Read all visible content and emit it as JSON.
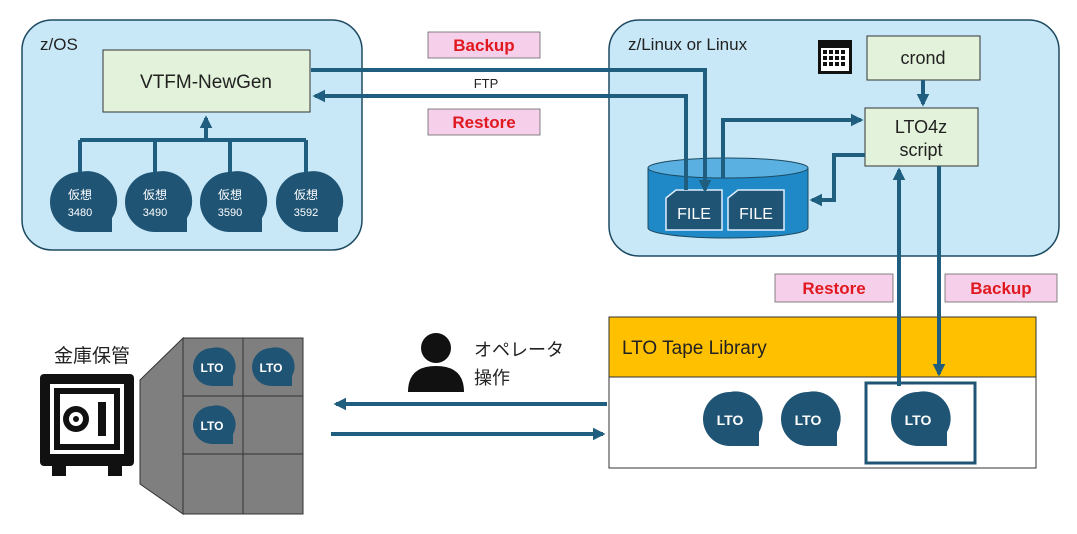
{
  "colors": {
    "panel_fill": "#c9e8f7",
    "panel_stroke": "#1d4a62",
    "box_fill": "#e3f2da",
    "arrow": "#1f5e7e",
    "tag_fill": "#f6d0ea",
    "tag_text": "#e0181f",
    "tape_fill": "#1f5475",
    "library_header": "#ffc000",
    "safe_gray": "#7f7f7f"
  },
  "zos": {
    "title": "z/OS",
    "vtfm_label": "VTFM-NewGen",
    "tapes": [
      {
        "line1": "仮想",
        "line2": "3480"
      },
      {
        "line1": "仮想",
        "line2": "3490"
      },
      {
        "line1": "仮想",
        "line2": "3590"
      },
      {
        "line1": "仮想",
        "line2": "3592"
      }
    ]
  },
  "linux": {
    "title": "z/Linux or Linux",
    "crond_label": "crond",
    "script_line1": "LTO4z",
    "script_line2": "script",
    "file1": "FILE",
    "file2": "FILE",
    "calendar_icon": "calendar-icon"
  },
  "links": {
    "backup_top": "Backup",
    "ftp": "FTP",
    "restore_top": "Restore",
    "restore_mid": "Restore",
    "backup_mid": "Backup"
  },
  "library": {
    "title": "LTO Tape Library",
    "tapes": [
      "LTO",
      "LTO",
      "LTO"
    ]
  },
  "vault": {
    "title": "金庫保管",
    "tapes": [
      "LTO",
      "LTO",
      "LTO"
    ]
  },
  "operator": {
    "line1": "オペレータ",
    "line2": "操作",
    "icon": "person-icon"
  }
}
